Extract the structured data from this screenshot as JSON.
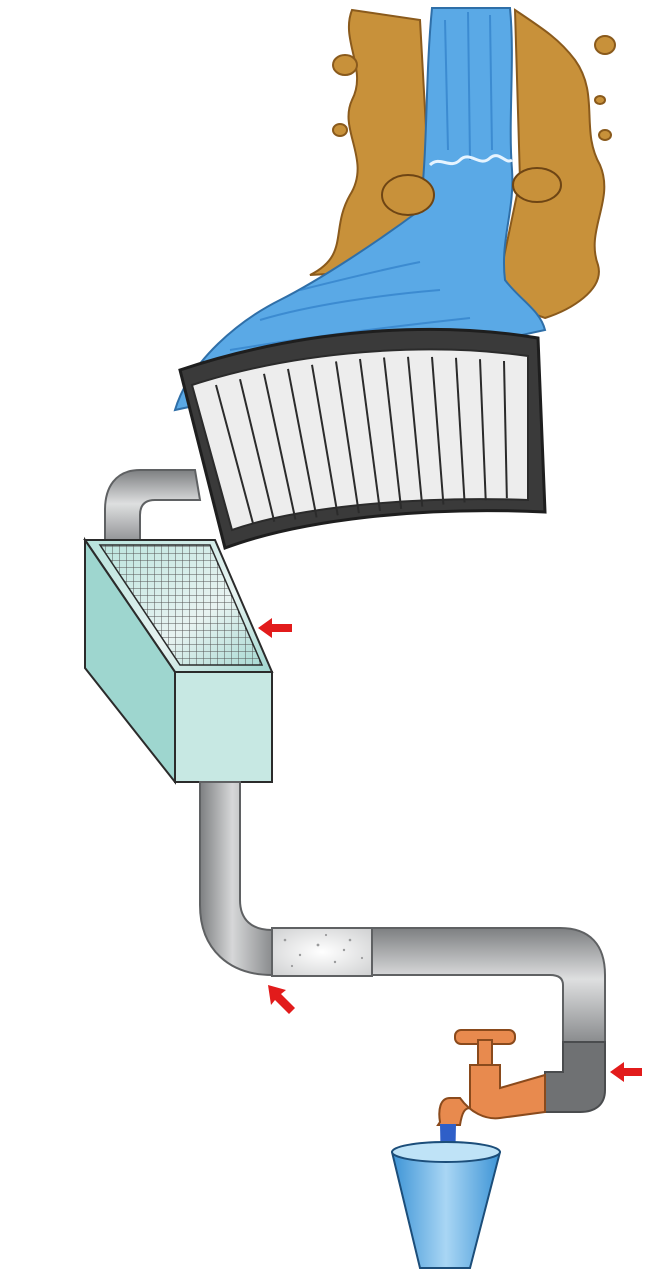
{
  "diagram": {
    "kind": "water-purification-illustration",
    "components": [
      {
        "id": "waterfall",
        "icon": "waterfall-icon"
      },
      {
        "id": "intake-screen",
        "icon": "intake-screen-icon"
      },
      {
        "id": "mesh-filter-box",
        "icon": "mesh-filter-box-icon"
      },
      {
        "id": "sand-filter-pipe",
        "icon": "sand-filter-pipe-icon"
      },
      {
        "id": "faucet",
        "icon": "faucet-icon"
      },
      {
        "id": "drinking-cup",
        "icon": "cup-icon"
      }
    ],
    "arrows": [
      {
        "id": "arrow-mesh-filter",
        "points_to": "mesh-filter-box"
      },
      {
        "id": "arrow-sand-filter",
        "points_to": "sand-filter-pipe"
      },
      {
        "id": "arrow-faucet-pipe",
        "points_to": "faucet-pipe"
      }
    ]
  },
  "colors": {
    "water": "#5aa9e6",
    "water_dark": "#2f7fc8",
    "rock": "#c8913a",
    "pipe": "#a9abad",
    "pipe_dark": "#6f7173",
    "faucet": "#e88a4e",
    "arrow": "#e21b1b",
    "outline": "#2b2b2b"
  }
}
